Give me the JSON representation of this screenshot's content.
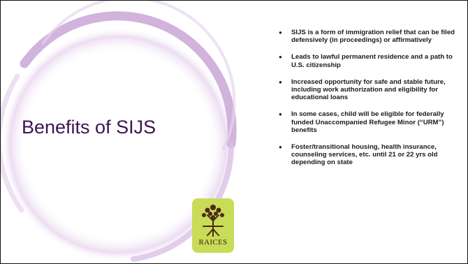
{
  "slide": {
    "title": "Benefits of SIJS",
    "bullets": [
      "SIJS is a form of immigration relief that can be filed defensively (in proceedings) or affirmatively",
      "Leads to lawful permanent residence and a path to U.S. citizenship",
      "Increased opportunity for safe and stable future, including work authorization and eligibility for educational loans",
      "In some cases, child will be eligible for federally funded Unaccompanied Refugee Minor (“URM”) benefits",
      "Foster/transitional housing, health insurance, counseling services, etc. until 21 or 22 yrs old depending on state"
    ],
    "logo": {
      "text": "RAICES",
      "icon": "tree-icon"
    }
  },
  "colors": {
    "title": "#3d1450",
    "ring": "#c9a6d6",
    "logo_bg": "#c8dc57",
    "logo_tree": "#4a2a14"
  }
}
